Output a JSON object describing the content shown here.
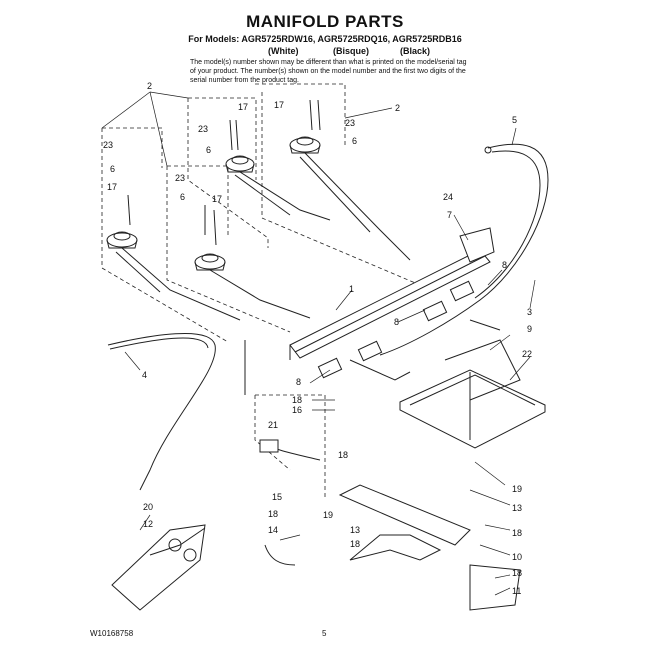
{
  "header": {
    "title": "MANIFOLD PARTS",
    "models_line": "For Models: AGR5725RDW16, AGR5725RDQ16, AGR5725RDB16",
    "variants": [
      "(White)",
      "(Bisque)",
      "(Black)"
    ],
    "note": "The model(s) number shown may be different than what is printed on the model/serial tag of your product. The number(s) shown on the model number and the first two digits of the serial number from the product tag."
  },
  "diagram": {
    "callouts": [
      "2",
      "2",
      "23",
      "17",
      "6",
      "23",
      "6",
      "17",
      "6",
      "23",
      "17",
      "23",
      "17",
      "6",
      "5",
      "24",
      "7",
      "8",
      "1",
      "3",
      "9",
      "8",
      "22",
      "4",
      "8",
      "18",
      "16",
      "21",
      "18",
      "19",
      "15",
      "18",
      "19",
      "13",
      "14",
      "20",
      "12",
      "13",
      "18",
      "18",
      "10",
      "18",
      "11"
    ]
  },
  "footer": {
    "doc_number": "W10168758",
    "page_number": "5"
  }
}
